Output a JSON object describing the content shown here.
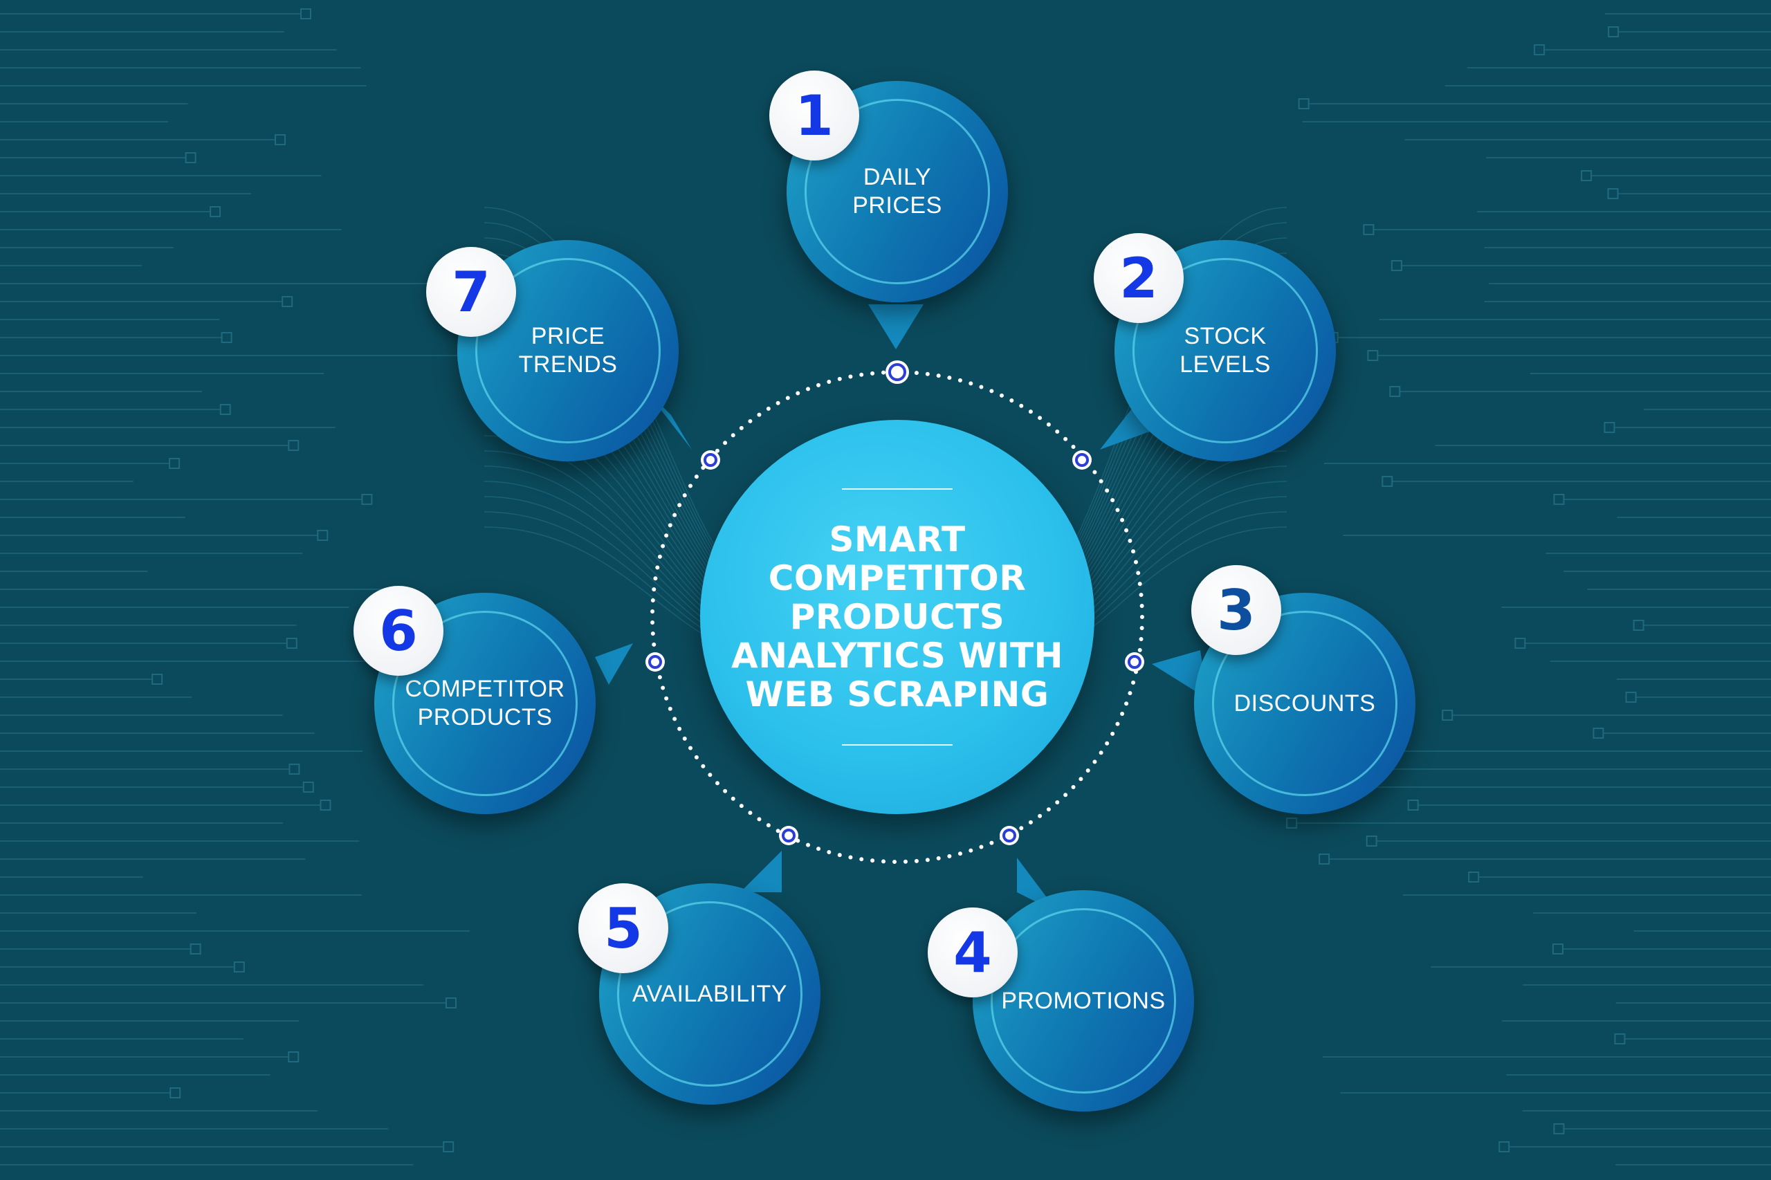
{
  "center": {
    "title": "SMART\nCOMPETITOR\nPRODUCTS\nANALYTICS WITH\nWEB SCRAPING"
  },
  "items": [
    {
      "number": "1",
      "label": "DAILY\nPRICES"
    },
    {
      "number": "2",
      "label": "STOCK\nLEVELS"
    },
    {
      "number": "3",
      "label": "DISCOUNTS"
    },
    {
      "number": "4",
      "label": "PROMOTIONS"
    },
    {
      "number": "5",
      "label": "AVAILABILITY"
    },
    {
      "number": "6",
      "label": "COMPETITOR\nPRODUCTS"
    },
    {
      "number": "7",
      "label": "PRICE\nTRENDS"
    }
  ],
  "colors": {
    "background": "#0b4a5c",
    "center": "#2cc0ec",
    "bubble_light": "#1fa3c9",
    "bubble_dark": "#0a50a0",
    "number_text": "#1438e6",
    "node_ring": "#2a3fd6"
  }
}
